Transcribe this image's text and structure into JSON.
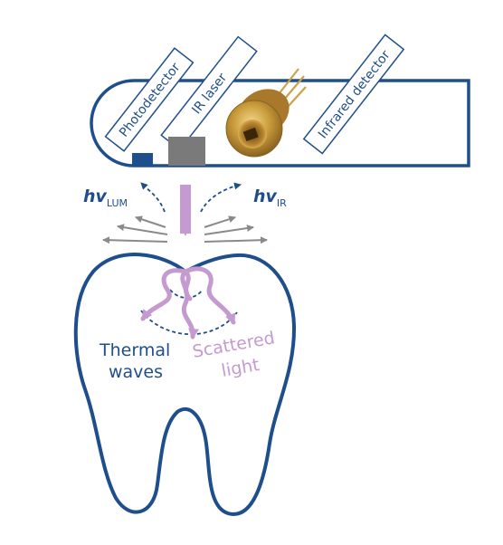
{
  "labels": {
    "photodetector": "Photodetector",
    "ir_laser": "IR laser",
    "infrared_detector": "Infrared detector",
    "hv_lum_main": "hv",
    "hv_lum_sub": "LUM",
    "hv_ir_main": "hv",
    "hv_ir_sub": "IR",
    "thermal_line1": "Thermal",
    "thermal_line2": "waves",
    "scattered_line1": "Scattered",
    "scattered_line2": "light"
  },
  "colors": {
    "outline_blue": "#1f4e8c",
    "laser_purple": "#c59ad0",
    "ray_gray": "#8a8a8a",
    "laser_block_gray": "#7a7a7a",
    "detector_gold": "#c9a24a"
  }
}
